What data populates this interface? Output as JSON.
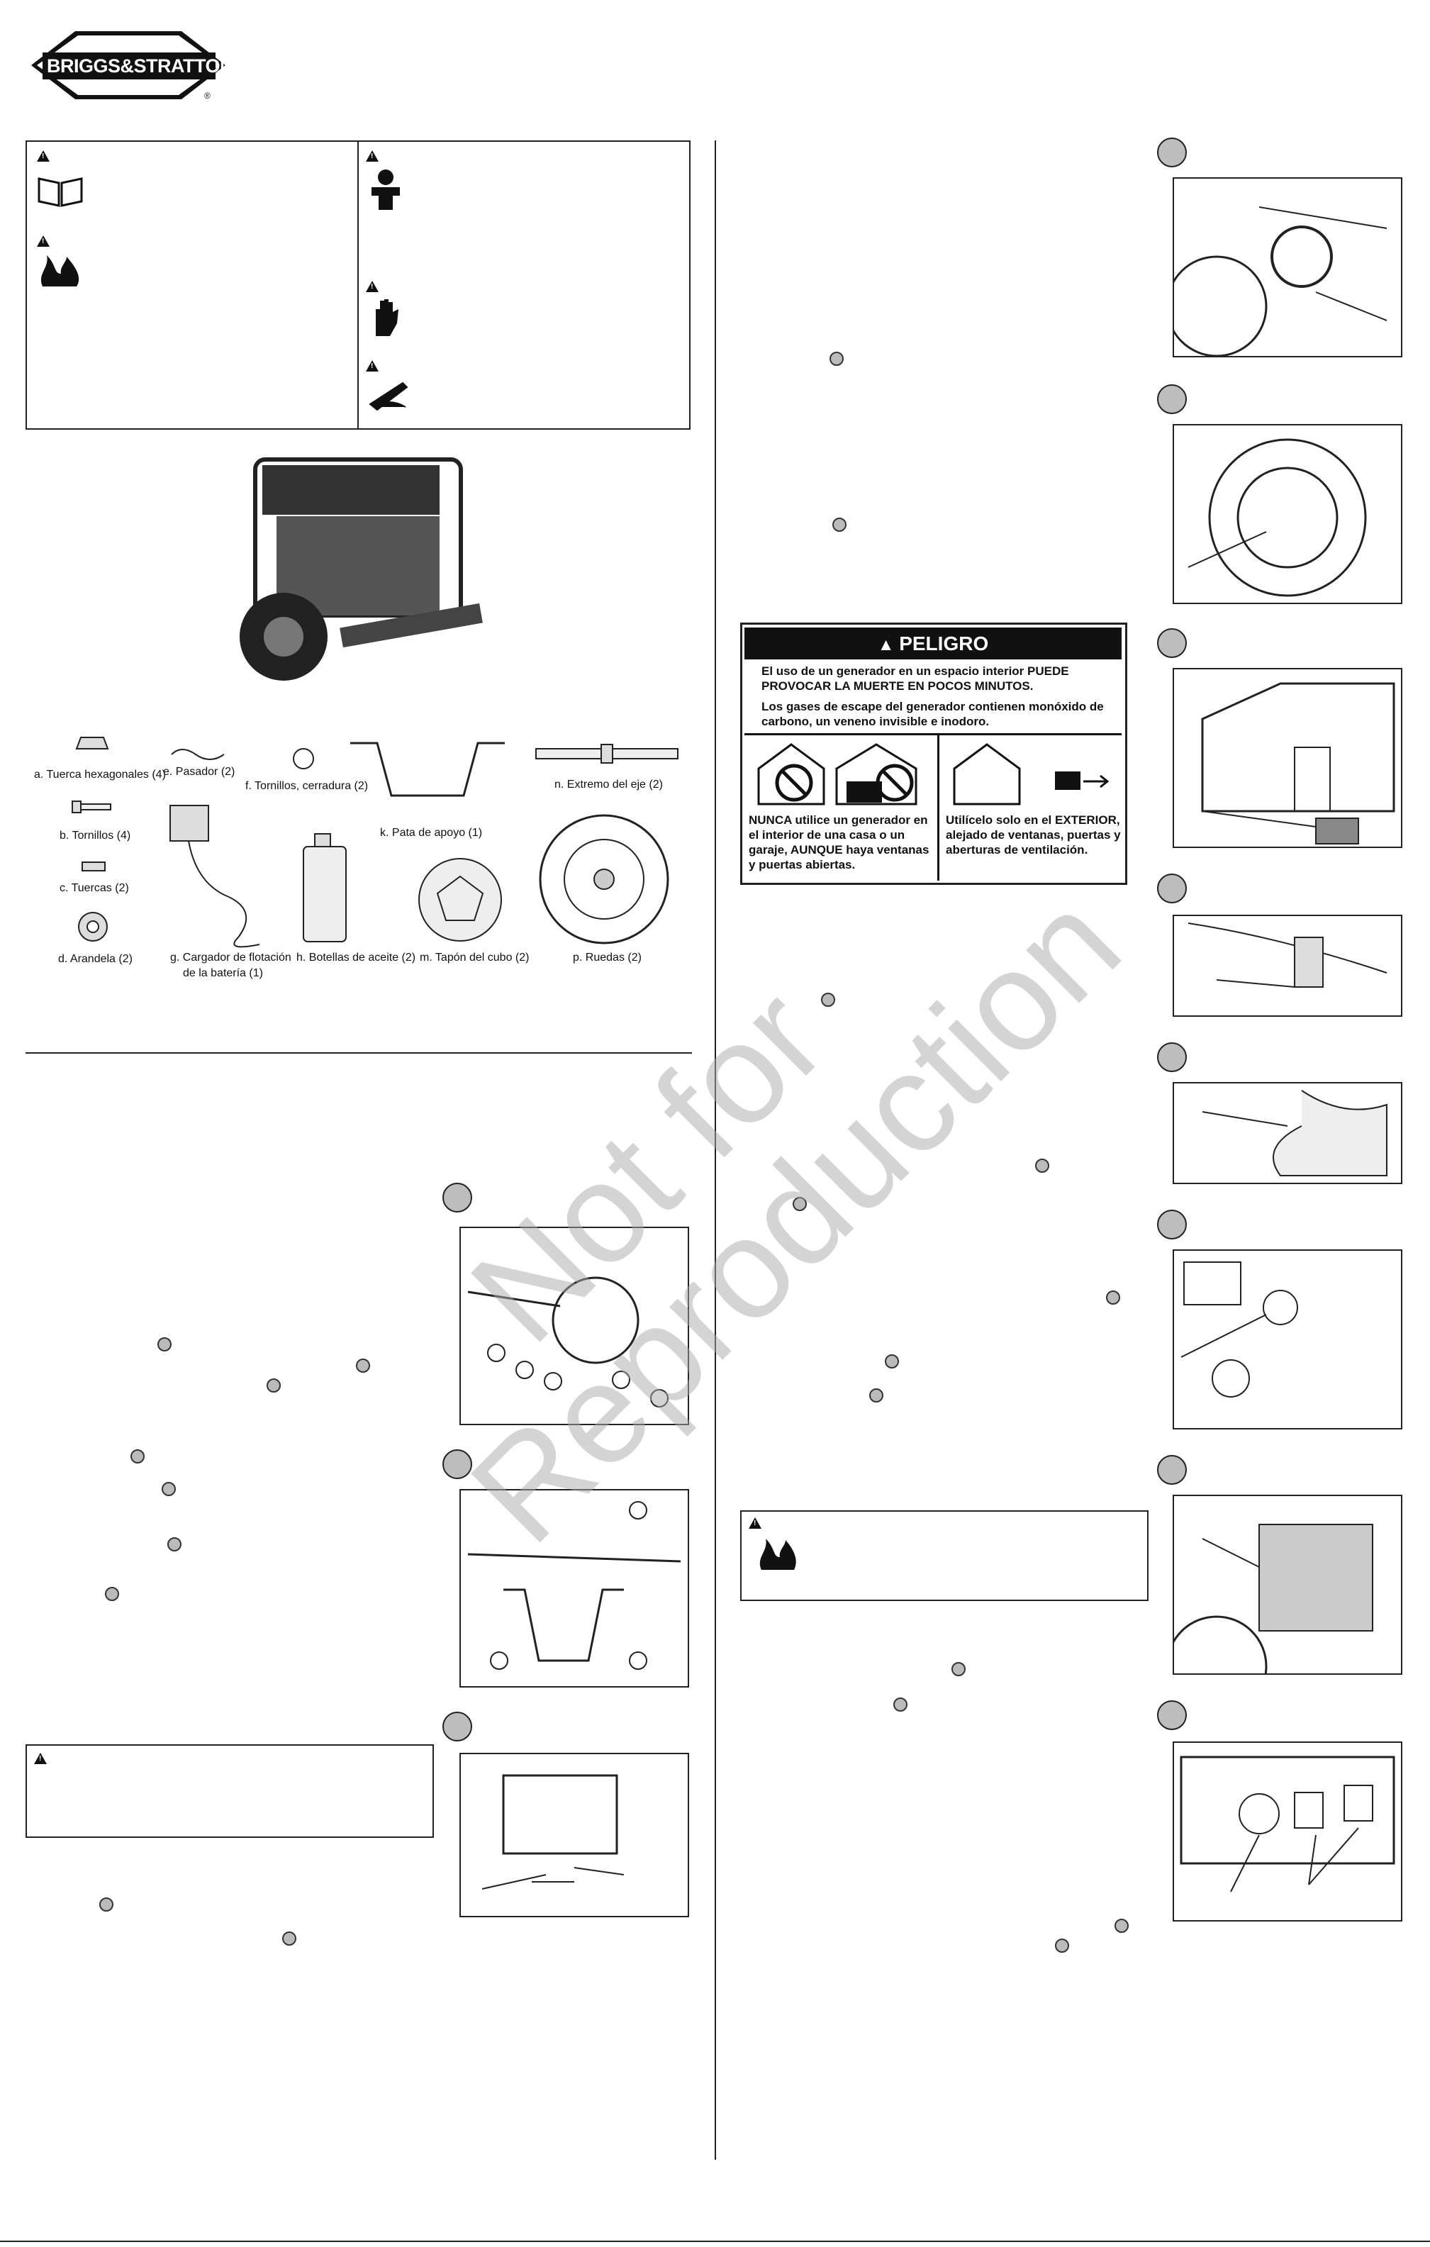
{
  "brand": {
    "logo_text": "BRIGGS&STRATTON",
    "registered": "®"
  },
  "peligro": {
    "title": "PELIGRO",
    "line1": "El uso de un generador en un espacio interior PUEDE PROVOCAR LA MUERTE EN POCOS MINUTOS.",
    "line2": "Los gases de escape del generador contienen monóxido de carbono, un veneno invisible e inodoro.",
    "left_text": "NUNCA utilice un generador en el interior de una casa o un garaje, AUNQUE haya ventanas y puertas abiertas.",
    "right_text": "Utilícelo solo en el EXTERIOR, alejado de ventanas, puertas y aberturas de ventilación."
  },
  "parts": [
    {
      "label": "a. Tuerca hexagonales (4)"
    },
    {
      "label": "e. Pasador (2)"
    },
    {
      "label": "f. Tornillos, cerradura (2)"
    },
    {
      "label": "k. Pata de apoyo (1)"
    },
    {
      "label": "n. Extremo del eje (2)"
    },
    {
      "label": "b. Tornillos (4)"
    },
    {
      "label": "c. Tuercas (2)"
    },
    {
      "label": "d. Arandela (2)"
    },
    {
      "label": "g. Cargador de flotación"
    },
    {
      "label": "de la batería  (1)"
    },
    {
      "label": "h.  Botellas de aceite (2)"
    },
    {
      "label": "m. Tapón del cubo (2)"
    },
    {
      "label": "p.  Ruedas (2)"
    }
  ],
  "watermark": {
    "line1": "Not for",
    "line2": "Reproduction"
  },
  "colors": {
    "ink": "#111111",
    "marker": "#bdbdbd"
  }
}
